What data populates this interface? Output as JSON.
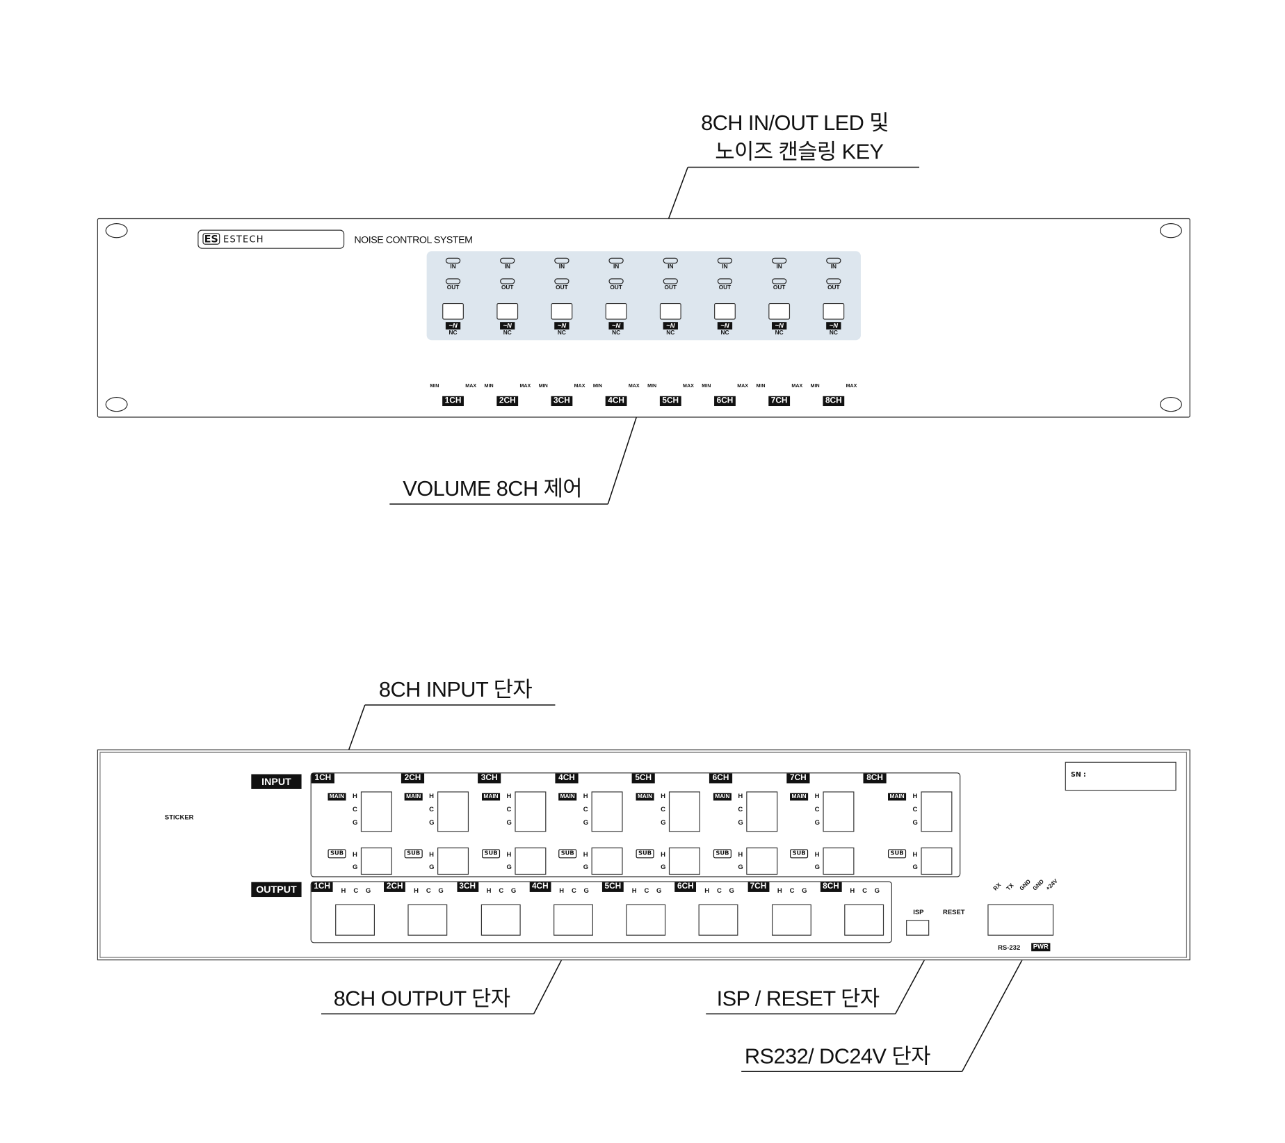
{
  "callouts": {
    "front_leds_line1": "8CH IN/OUT LED 및",
    "front_leds_line2": "노이즈 캔슬링 KEY",
    "front_volume": "VOLUME 8CH 제어",
    "rear_input": "8CH INPUT 단자",
    "rear_output": "8CH OUTPUT 단자",
    "rear_isp_reset": "ISP / RESET 단자",
    "rear_rs232_dc": "RS232/ DC24V 단자"
  },
  "front": {
    "logo": "ESTECH",
    "logo_mark": "ES",
    "title": "NOISE CONTROL SYSTEM",
    "panel_tint": "#dde6ee",
    "channels": [
      {
        "ch": "1CH",
        "in": "IN",
        "out": "OUT",
        "nc": "NC",
        "min": "MIN",
        "max": "MAX"
      },
      {
        "ch": "2CH",
        "in": "IN",
        "out": "OUT",
        "nc": "NC",
        "min": "MIN",
        "max": "MAX"
      },
      {
        "ch": "3CH",
        "in": "IN",
        "out": "OUT",
        "nc": "NC",
        "min": "MIN",
        "max": "MAX"
      },
      {
        "ch": "4CH",
        "in": "IN",
        "out": "OUT",
        "nc": "NC",
        "min": "MIN",
        "max": "MAX"
      },
      {
        "ch": "5CH",
        "in": "IN",
        "out": "OUT",
        "nc": "NC",
        "min": "MIN",
        "max": "MAX"
      },
      {
        "ch": "6CH",
        "in": "IN",
        "out": "OUT",
        "nc": "NC",
        "min": "MIN",
        "max": "MAX"
      },
      {
        "ch": "7CH",
        "in": "IN",
        "out": "OUT",
        "nc": "NC",
        "min": "MIN",
        "max": "MAX"
      },
      {
        "ch": "8CH",
        "in": "IN",
        "out": "OUT",
        "nc": "NC",
        "min": "MIN",
        "max": "MAX"
      }
    ]
  },
  "rear": {
    "sticker": "STICKER",
    "input_label": "INPUT",
    "output_label": "OUTPUT",
    "sn_label": "SN :",
    "main_label": "MAIN",
    "sub_label": "SUB",
    "pins_main": [
      "H",
      "C",
      "G"
    ],
    "pins_sub": [
      "H",
      "G"
    ],
    "input_channels": [
      {
        "ch": "1CH",
        "hex_main": false,
        "hex_sub": false,
        "hex_mid": false
      },
      {
        "ch": "2CH",
        "hex_main": true,
        "hex_sub": true,
        "hex_mid": false
      },
      {
        "ch": "3CH",
        "hex_main": false,
        "hex_sub": false,
        "hex_mid": false
      },
      {
        "ch": "4CH",
        "hex_main": false,
        "hex_sub": false,
        "hex_mid": true
      },
      {
        "ch": "5CH",
        "hex_main": false,
        "hex_sub": false,
        "hex_mid": false
      },
      {
        "ch": "6CH",
        "hex_main": false,
        "hex_sub": false,
        "hex_mid": true
      },
      {
        "ch": "7CH",
        "hex_main": false,
        "hex_sub": false,
        "hex_mid": false
      },
      {
        "ch": "8CH",
        "hex_main": true,
        "hex_sub": true,
        "hex_mid": false
      }
    ],
    "output_channels": [
      "1CH",
      "2CH",
      "3CH",
      "4CH",
      "5CH",
      "6CH",
      "7CH",
      "8CH"
    ],
    "output_pins": [
      "H",
      "C",
      "G"
    ],
    "isp_label": "ISP",
    "reset_label": "RESET",
    "terminal_pins": [
      "RX",
      "TX",
      "GND",
      "GND",
      "+24V"
    ],
    "rs232_label": "RS-232",
    "pwr_label": "PWR"
  }
}
